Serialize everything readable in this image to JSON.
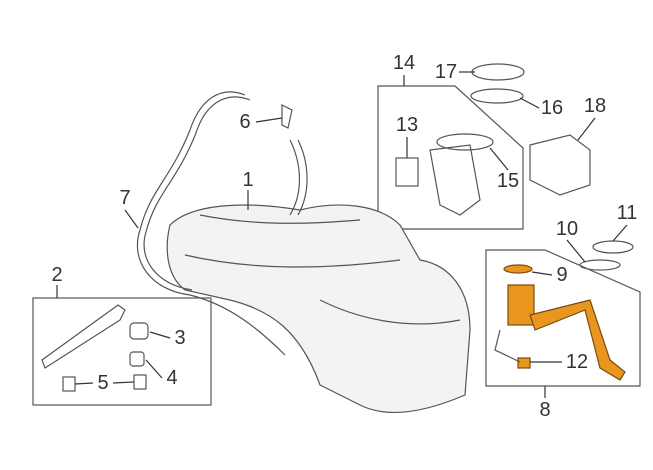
{
  "diagram": {
    "title": "Fuel tank assembly parts diagram",
    "callouts": [
      {
        "id": "1",
        "label": "1"
      },
      {
        "id": "2",
        "label": "2"
      },
      {
        "id": "3",
        "label": "3"
      },
      {
        "id": "4",
        "label": "4"
      },
      {
        "id": "5",
        "label": "5"
      },
      {
        "id": "6",
        "label": "6"
      },
      {
        "id": "7",
        "label": "7"
      },
      {
        "id": "8",
        "label": "8"
      },
      {
        "id": "9",
        "label": "9"
      },
      {
        "id": "10",
        "label": "10"
      },
      {
        "id": "11",
        "label": "11"
      },
      {
        "id": "12",
        "label": "12"
      },
      {
        "id": "13",
        "label": "13"
      },
      {
        "id": "14",
        "label": "14"
      },
      {
        "id": "15",
        "label": "15"
      },
      {
        "id": "16",
        "label": "16"
      },
      {
        "id": "17",
        "label": "17"
      },
      {
        "id": "18",
        "label": "18"
      }
    ],
    "colors": {
      "line": "#555555",
      "highlight": "#e8961e",
      "text": "#333333"
    }
  }
}
